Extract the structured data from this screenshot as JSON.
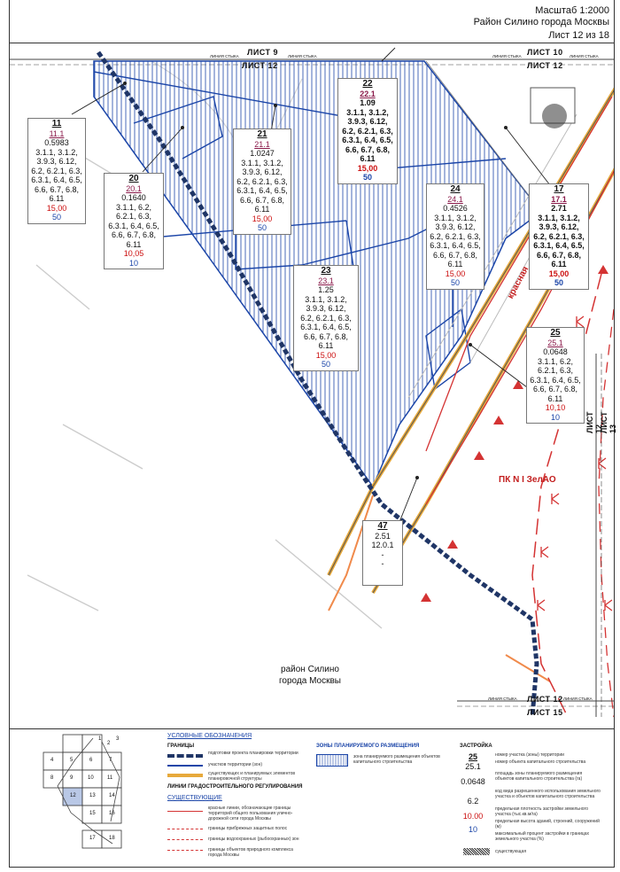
{
  "header": {
    "scale": "Масштаб 1:2000",
    "district": "Район Силино города Москвы",
    "sheet": "Лист 12 из 18"
  },
  "map": {
    "sheet_labels": [
      "ЛИСТ 9",
      "ЛИСТ 12",
      "ЛИСТ 10",
      "ЛИСТ 12",
      "ЛИСТ 12",
      "ЛИСТ 13",
      "ЛИСТ 12",
      "ЛИСТ 15"
    ],
    "junction_label": "ЛИНИЯ СТЫКА",
    "district_label": [
      "район Силино",
      "города Москвы"
    ],
    "pk_label": "ПК N I ЗелАО",
    "red_line_label": "красная",
    "plots": [
      {
        "id": "11",
        "sub": "11.1",
        "area": "0.5983",
        "codes": [
          "3.1.1, 3.1.2,",
          "3.9.3, 6.12,",
          "6.2, 6.2.1, 6.3,",
          "6.3.1, 6.4, 6.5,",
          "6.6, 6.7, 6.8,",
          "6.11"
        ],
        "density": "15,00",
        "height": "50"
      },
      {
        "id": "20",
        "sub": "20.1",
        "area": "0.1640",
        "codes": [
          "3.1.1, 6.2,",
          "6.2.1, 6.3,",
          "6.3.1, 6.4, 6.5,",
          "6.6, 6.7, 6.8,",
          "6.11"
        ],
        "density": "10,05",
        "height": "10"
      },
      {
        "id": "21",
        "sub": "21.1",
        "area": "1.0247",
        "codes": [
          "3.1.1, 3.1.2,",
          "3.9.3, 6.12,",
          "6.2, 6.2.1, 6.3,",
          "6.3.1, 6.4, 6.5,",
          "6.6, 6.7, 6.8,",
          "6.11"
        ],
        "density": "15,00",
        "height": "50"
      },
      {
        "id": "22",
        "sub": "22.1",
        "area": "1.09",
        "codes": [
          "3.1.1, 3.1.2,",
          "3.9.3, 6.12,",
          "6.2, 6.2.1, 6.3,",
          "6.3.1, 6.4, 6.5,",
          "6.6, 6.7, 6.8,",
          "6.11"
        ],
        "density": "15,00",
        "height": "50"
      },
      {
        "id": "23",
        "sub": "23.1",
        "area": "1.25",
        "codes": [
          "3.1.1, 3.1.2,",
          "3.9.3, 6.12,",
          "6.2, 6.2.1, 6.3,",
          "6.3.1, 6.4, 6.5,",
          "6.6, 6.7, 6.8,",
          "6.11"
        ],
        "density": "15,00",
        "height": "50"
      },
      {
        "id": "24",
        "sub": "24.1",
        "area": "0.4526",
        "codes": [
          "3.1.1, 3.1.2,",
          "3.9.3, 6.12,",
          "6.2, 6.2.1, 6.3,",
          "6.3.1, 6.4, 6.5,",
          "6.6, 6.7, 6.8,",
          "6.11"
        ],
        "density": "15,00",
        "height": "50"
      },
      {
        "id": "17",
        "sub": "17.1",
        "area": "2.71",
        "codes": [
          "3.1.1, 3.1.2,",
          "3.9.3, 6.12,",
          "6.2, 6.2.1, 6.3,",
          "6.3.1, 6.4, 6.5,",
          "6.6, 6.7, 6.8,",
          "6.11"
        ],
        "density": "15,00",
        "height": "50"
      },
      {
        "id": "25",
        "sub": "25.1",
        "area": "0.0648",
        "codes": [
          "3.1.1, 6.2,",
          "6.2.1, 6.3,",
          "6.3.1, 6.4, 6.5,",
          "6.6, 6.7, 6.8,",
          "6.11"
        ],
        "density": "10,10",
        "height": "10"
      },
      {
        "id": "47",
        "sub": "",
        "area": "2.51",
        "codes": [
          "12.0.1"
        ],
        "density": "-",
        "height": "-"
      }
    ]
  },
  "legend": {
    "title": "УСЛОВНЫЕ ОБОЗНАЧЕНИЯ",
    "borders_title": "ГРАНИЦЫ",
    "borders": [
      "подготовки проекта планировки территории",
      "участков территории (зон)",
      "существующих и планируемых элементов планировочной структуры"
    ],
    "regulation_title": "ЛИНИИ ГРАДОСТРОИТЕЛЬНОГО РЕГУЛИРОВАНИЯ",
    "existing_title": "СУЩЕСТВУЮЩИЕ",
    "existing": [
      "красные линии, обозначающие границы территорий общего пользования улично-дорожной сети города Москвы",
      "границы прибрежных защитных полос",
      "границы водоохранных (рыбоохранных) зон",
      "границы объектов природного комплекса города Москвы"
    ],
    "zones_title": "ЗОНЫ ПЛАНИРУЕМОГО РАЗМЕЩЕНИЯ",
    "zones_item": "зона планируемого размещения объектов капитального строительства",
    "build_title": "ЗАСТРОЙКА",
    "build_values": [
      "25",
      "25.1",
      "0.0648",
      "6.2",
      "10.00",
      "10"
    ],
    "build_desc": [
      "номер участка (зоны) территории",
      "номер объекта капитального строительства",
      "площадь зоны планируемого размещения объектов капитального строительства (га)",
      "код вида разрешенного использования земельного участка и объектов капитального строительства",
      "предельная плотность застройки земельного участка (тыс.кв.м/га)",
      "предельная высота зданий, строений, сооружений (м)",
      "максимальный процент застройки в границах земельного участка (%)"
    ],
    "existing_build": "существующая",
    "key_map": [
      "1",
      "2",
      "3",
      "4",
      "5",
      "6",
      "7",
      "8",
      "9",
      "10",
      "11",
      "12",
      "13",
      "14",
      "15",
      "16",
      "17",
      "18"
    ]
  }
}
